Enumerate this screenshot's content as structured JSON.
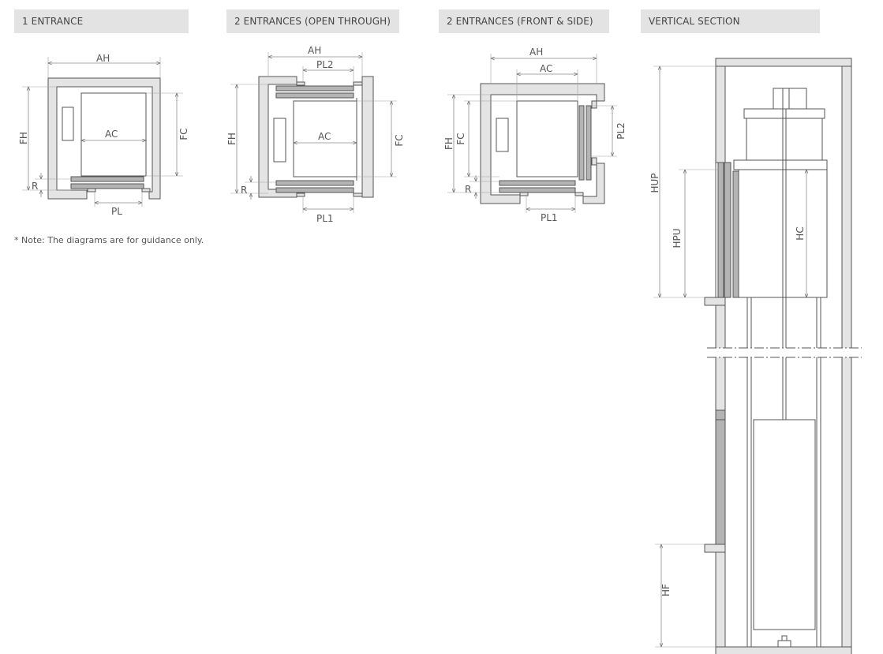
{
  "headers": {
    "one_entrance": "1 ENTRANCE",
    "open_through": "2 ENTRANCES (OPEN THROUGH)",
    "front_side": "2 ENTRANCES (FRONT & SIDE)",
    "vertical_section": "VERTICAL SECTION"
  },
  "note": "* Note: The diagrams are for guidance only.",
  "labels": {
    "ah": "AH",
    "ac": "AC",
    "fh": "FH",
    "fc": "FC",
    "r": "R",
    "pl": "PL",
    "pl1": "PL1",
    "pl2": "PL2",
    "hup": "HUP",
    "hpu": "HPU",
    "hc": "HC",
    "hf": "HF"
  },
  "colors": {
    "header_bg": "#e3e3e3",
    "wall_fill": "#e4e4e4",
    "door_fill": "#b4b4b4",
    "line": "#555555"
  }
}
